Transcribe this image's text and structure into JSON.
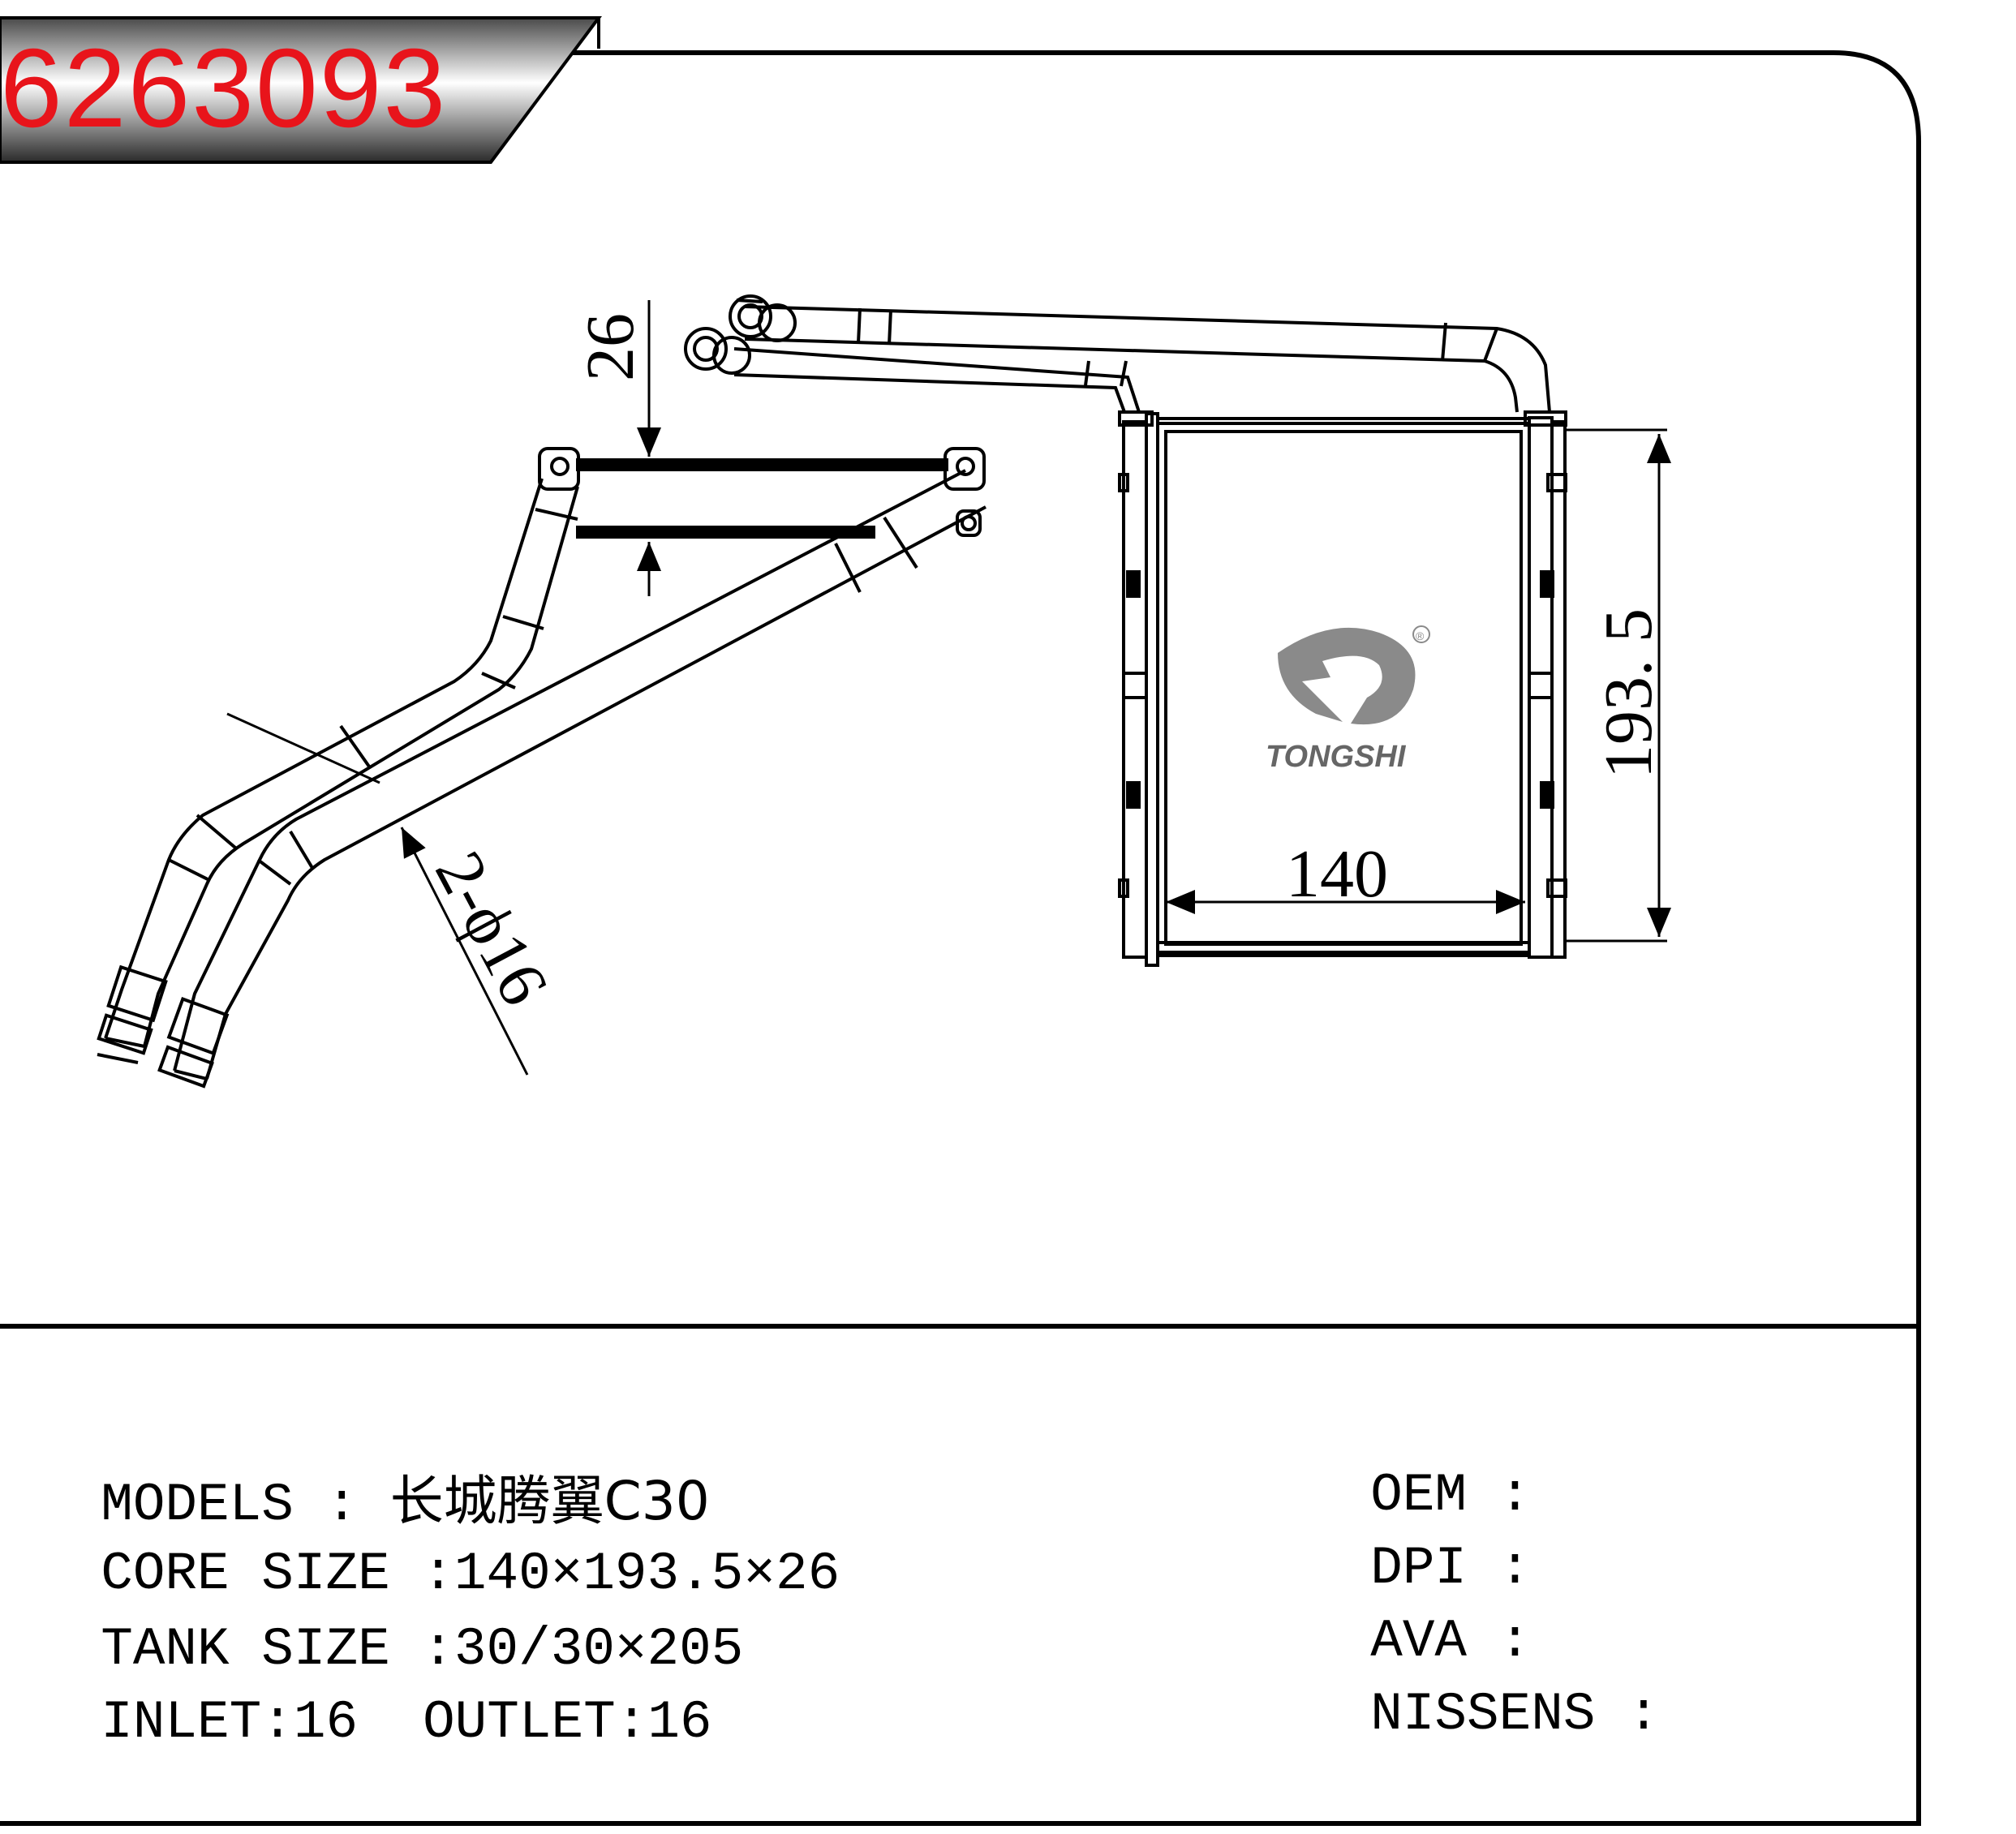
{
  "part_number": "6263093",
  "brand": {
    "name": "TONGSHI",
    "registered_mark": "®"
  },
  "dimensions": {
    "thickness": "26",
    "height": "193. 5",
    "width": "140",
    "pipe_spec": "2-ϕ16"
  },
  "specs": {
    "models_label": "MODELS",
    "models_sep": " : ",
    "models_value": "长城腾翼C30",
    "core_label": "CORE SIZE",
    "core_value": " :140×193.5×26",
    "tank_label": "TANK SIZE",
    "tank_value": " :30/30×205",
    "inlet_label": "INLET:",
    "inlet_value": "16",
    "outlet_label": "OUTLET:",
    "outlet_value": "16"
  },
  "references": {
    "oem_label": "OEM",
    "oem_sep": " :",
    "dpi_label": "DPI",
    "dpi_sep": " :",
    "ava_label": "AVA",
    "ava_sep": " :",
    "nissens_label": "NISSENS",
    "nissens_sep": " :"
  },
  "colors": {
    "part_number_text": "#e8141b",
    "line": "#000000",
    "logo_grey": "#8a8a8a"
  }
}
